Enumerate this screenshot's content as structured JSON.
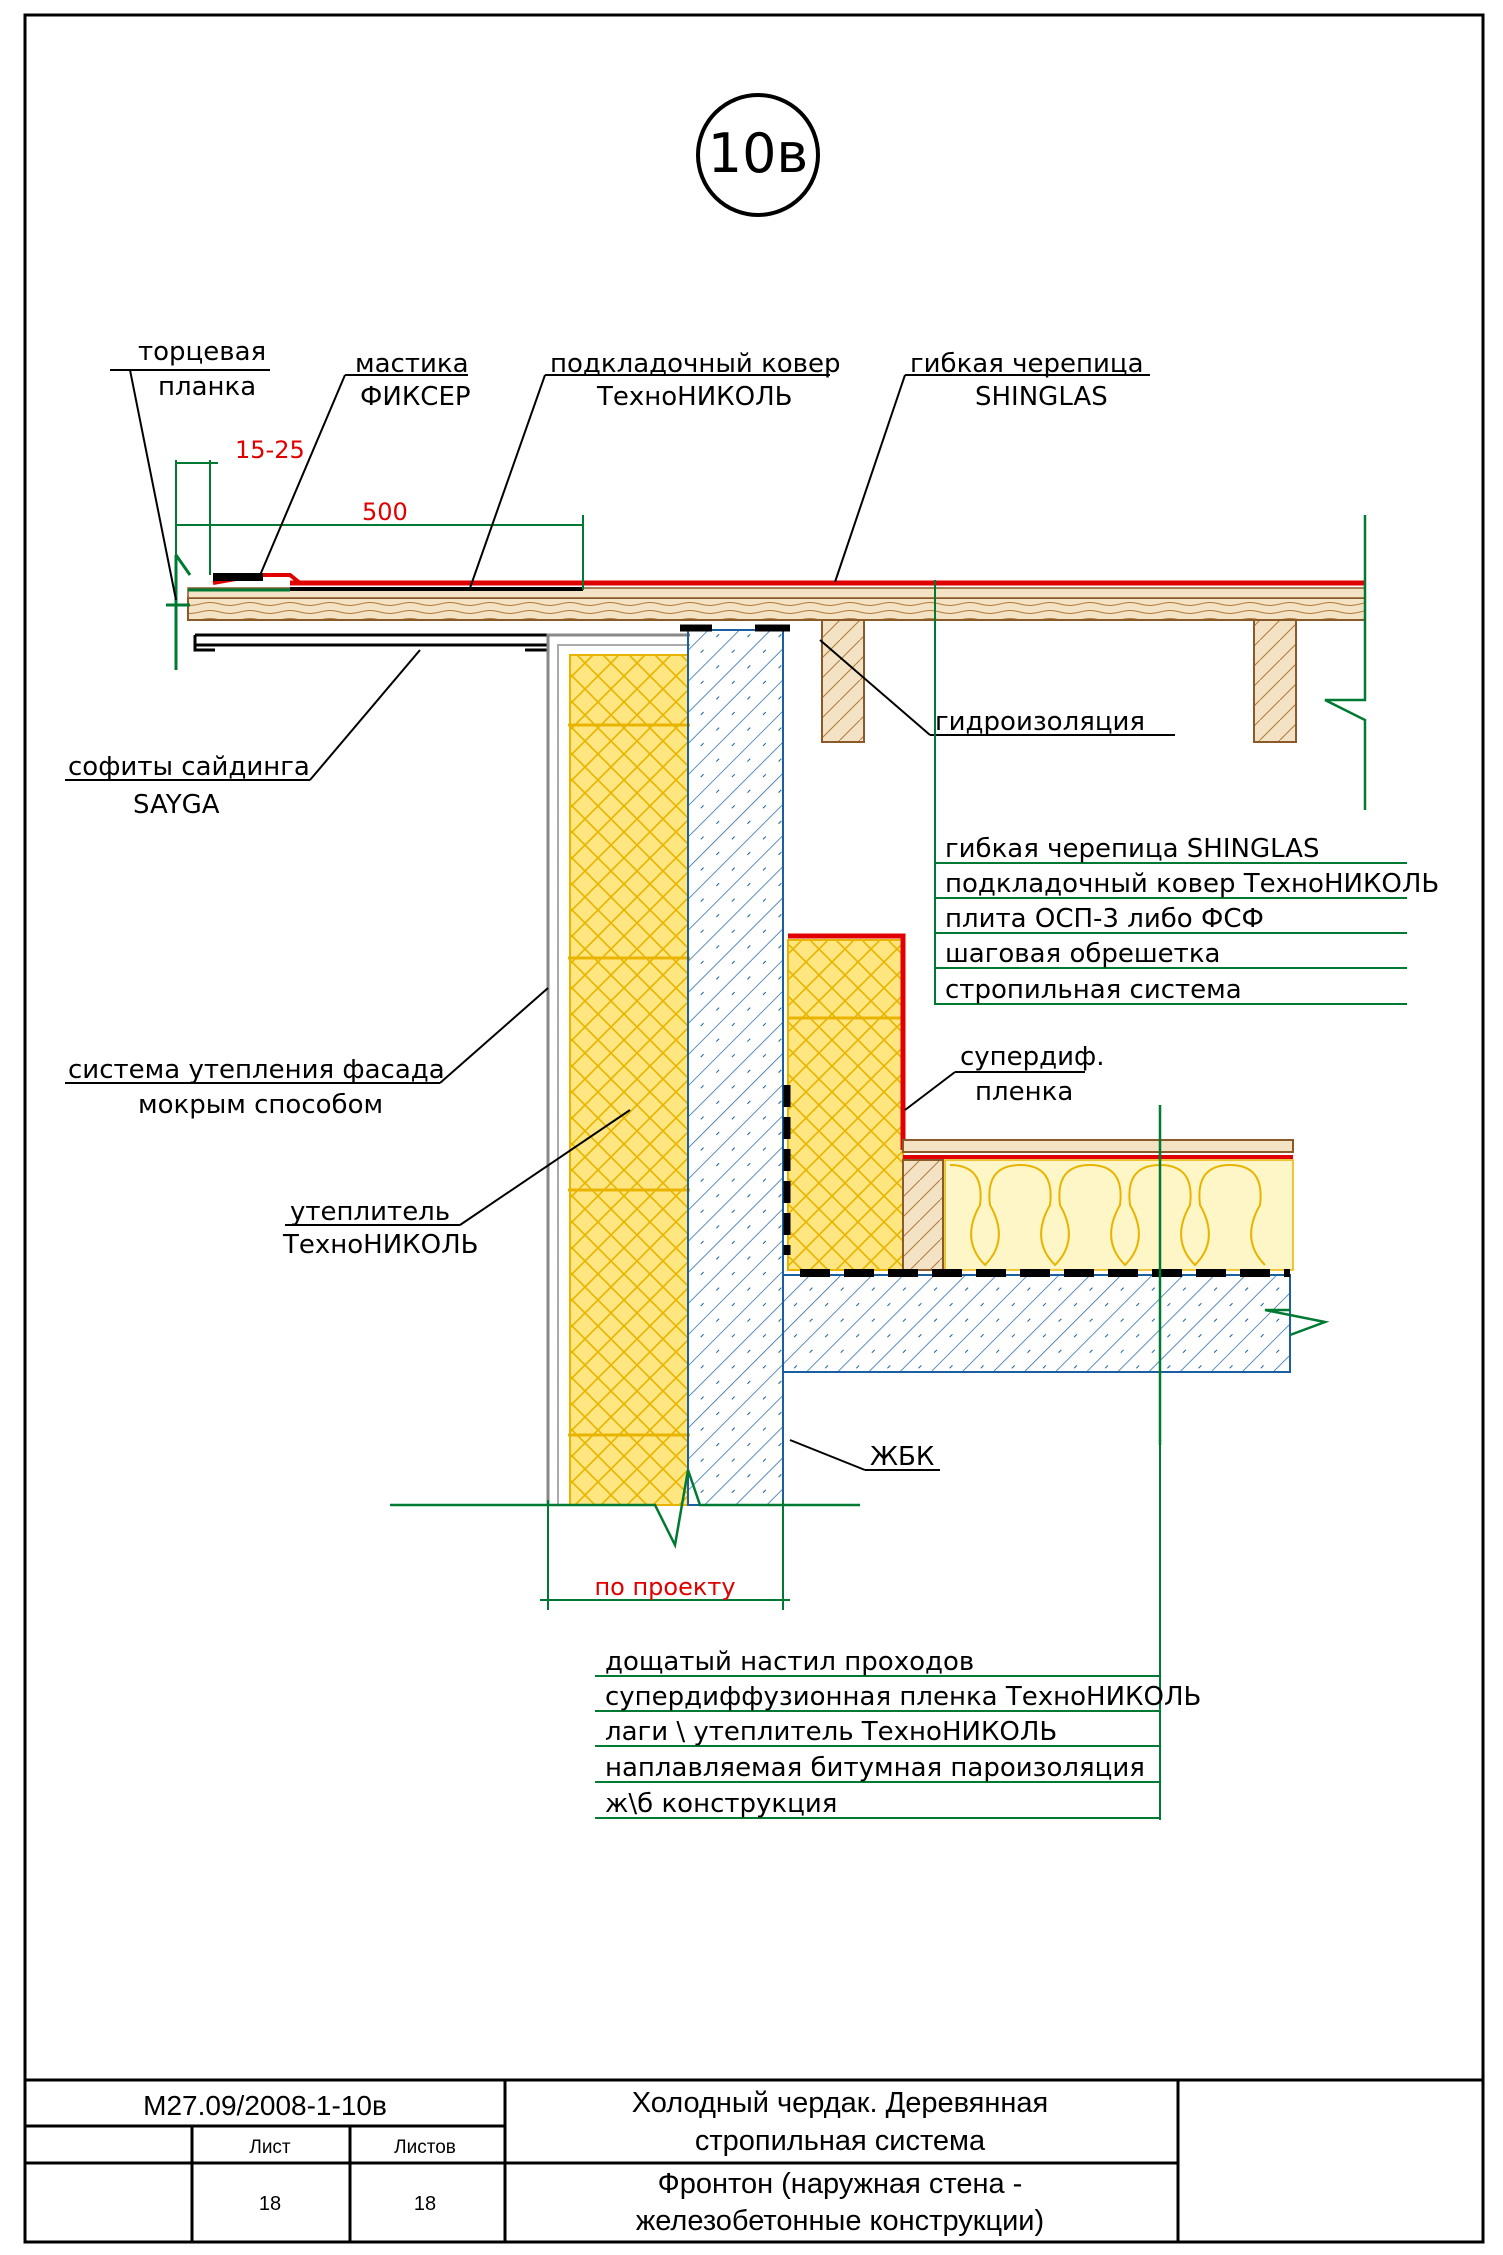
{
  "detail_id": "10в",
  "callouts": {
    "end_plate": [
      "торцевая",
      "планка"
    ],
    "mastic": [
      "мастика",
      "ФИКСЕР"
    ],
    "underlay": [
      "подкладочный ковер",
      "ТехноНИКОЛЬ"
    ],
    "shingles": [
      "гибкая черепица",
      "SHINGLAS"
    ],
    "soffits": [
      "софиты сайдинга",
      "SAYGA"
    ],
    "waterproofing": "гидроизоляция",
    "facade_system": [
      "система утепления фасада",
      "мокрым способом"
    ],
    "insulation": [
      "утеплитель",
      "ТехноНИКОЛЬ"
    ],
    "superdiff": [
      "супердиф.",
      "пленка"
    ],
    "rc": "ЖБК"
  },
  "dimensions": {
    "gap": "15-25",
    "overlap": "500",
    "wall": "по проекту"
  },
  "roof_layers": [
    "гибкая черепица SHINGLAS",
    "подкладочный ковер ТехноНИКОЛЬ",
    "плита ОСП-3 либо ФСФ",
    "шаговая обрешетка",
    "стропильная система"
  ],
  "floor_layers": [
    "дощатый настил проходов",
    "супердиффузионная пленка ТехноНИКОЛЬ",
    "лаги \\ утеплитель ТехноНИКОЛЬ",
    "наплавляемая битумная пароизоляция",
    "ж\\б конструкция"
  ],
  "title_block": {
    "code": "М27.09/2008-1-10в",
    "sheet_label": "Лист",
    "sheets_label": "Листов",
    "sheet": "18",
    "sheets": "18",
    "title_1": "Холодный чердак. Деревянная",
    "title_2": "стропильная система",
    "title_3": "Фронтон (наружная стена -",
    "title_4": "железобетонные конструкции)"
  },
  "colors": {
    "leader": "#007a33",
    "dimension": "#e00000",
    "insulation_fill": "#ffe680",
    "insulation_hatch": "#e8b400",
    "concrete_hatch": "#1a5fa0",
    "timber": "#8a5a2b"
  }
}
